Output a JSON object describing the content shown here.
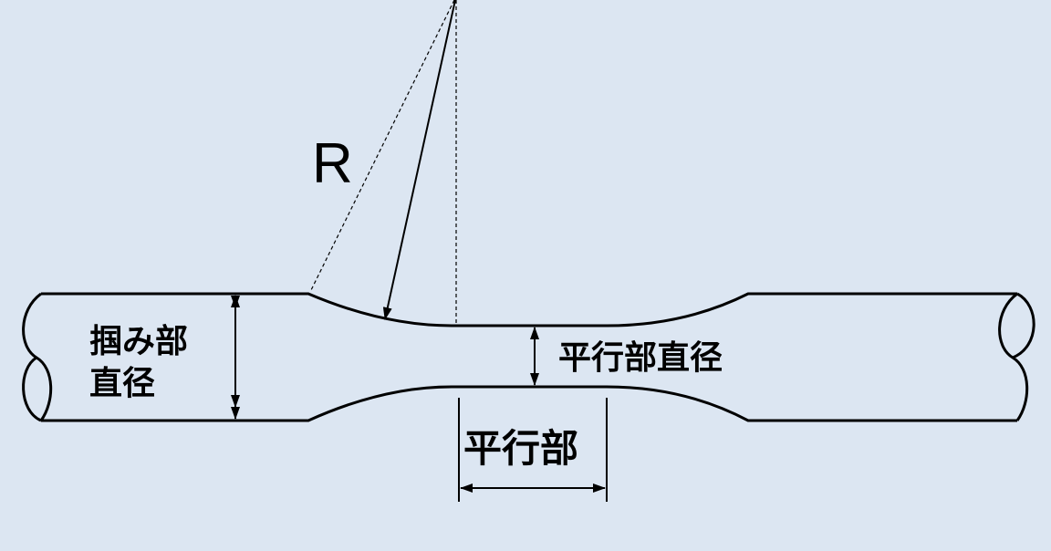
{
  "diagram": {
    "radius_label": "R",
    "grip_diameter_label_line1": "掴み部",
    "grip_diameter_label_line2": "直径",
    "parallel_diameter_label": "平行部直径",
    "parallel_length_label": "平行部"
  },
  "colors": {
    "background": "#dce6f2",
    "line": "#000000"
  }
}
